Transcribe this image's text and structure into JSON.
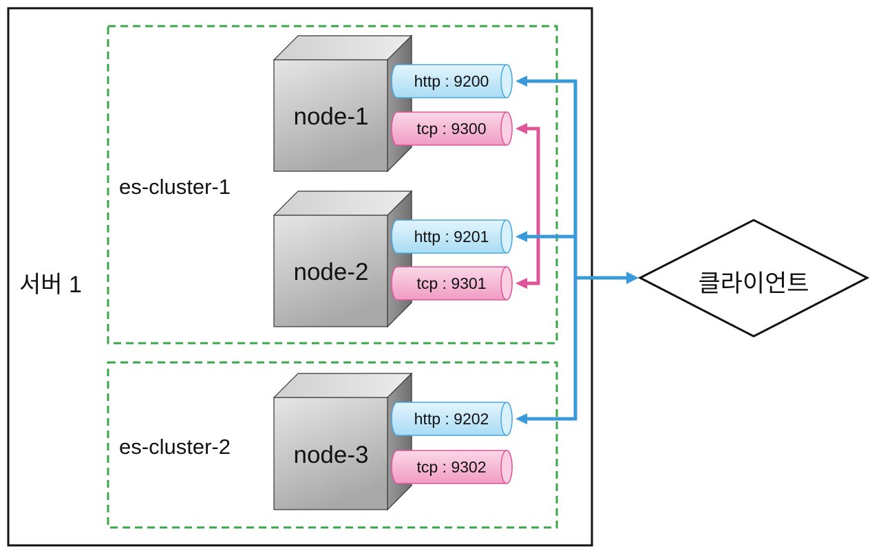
{
  "server": {
    "label": "서버 1"
  },
  "clusters": [
    {
      "label": "es-cluster-1"
    },
    {
      "label": "es-cluster-2"
    }
  ],
  "nodes": [
    {
      "label": "node-1",
      "http": "http : 9200",
      "tcp": "tcp : 9300"
    },
    {
      "label": "node-2",
      "http": "http : 9201",
      "tcp": "tcp : 9301"
    },
    {
      "label": "node-3",
      "http": "http : 9202",
      "tcp": "tcp : 9302"
    }
  ],
  "client": {
    "label": "클라이언트"
  },
  "colors": {
    "server_border": "#111111",
    "cluster_border": "#3aa64a",
    "http_fill": "#bfe8f8",
    "http_stroke": "#4aa6df",
    "tcp_fill": "#f7b5d2",
    "tcp_stroke": "#e0559a",
    "http_link": "#3a9ad9",
    "tcp_link": "#e0559a",
    "cube_front": "#bdbdbd",
    "cube_top": "#dcdcdc",
    "cube_side": "#8f8f8f"
  }
}
